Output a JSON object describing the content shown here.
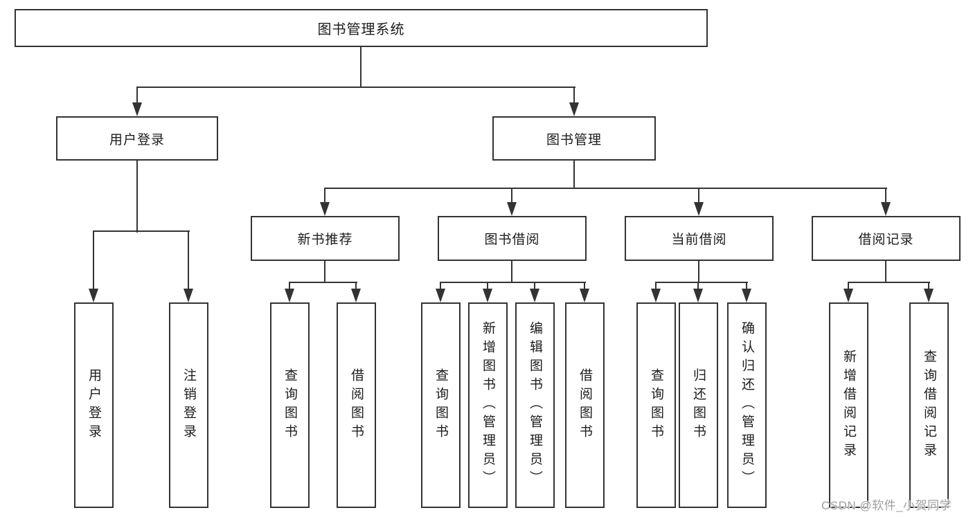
{
  "diagram": {
    "title": "图书管理系统",
    "nodes": [
      {
        "id": "root",
        "parent": null,
        "label": "图书管理系统"
      },
      {
        "id": "user-login",
        "parent": "root",
        "label": "用户登录"
      },
      {
        "id": "book-mgmt",
        "parent": "root",
        "label": "图书管理"
      },
      {
        "id": "new-book-rec",
        "parent": "book-mgmt",
        "label": "新书推荐"
      },
      {
        "id": "book-borrow",
        "parent": "book-mgmt",
        "label": "图书借阅"
      },
      {
        "id": "current-borrow",
        "parent": "book-mgmt",
        "label": "当前借阅"
      },
      {
        "id": "borrow-records",
        "parent": "book-mgmt",
        "label": "借阅记录"
      },
      {
        "id": "leaf-user-login",
        "parent": "user-login",
        "label": "用户登录"
      },
      {
        "id": "leaf-logout",
        "parent": "user-login",
        "label": "注销登录"
      },
      {
        "id": "nb-query-book",
        "parent": "new-book-rec",
        "label": "查询图书"
      },
      {
        "id": "nb-borrow-book",
        "parent": "new-book-rec",
        "label": "借阅图书"
      },
      {
        "id": "bb-query-book",
        "parent": "book-borrow",
        "label": "查询图书"
      },
      {
        "id": "bb-add-book",
        "parent": "book-borrow",
        "label": "新增图书（管理员）"
      },
      {
        "id": "bb-edit-book",
        "parent": "book-borrow",
        "label": "编辑图书（管理员）"
      },
      {
        "id": "bb-borrow-book",
        "parent": "book-borrow",
        "label": "借阅图书"
      },
      {
        "id": "cb-query-book",
        "parent": "current-borrow",
        "label": "查询图书"
      },
      {
        "id": "cb-return-book",
        "parent": "current-borrow",
        "label": "归还图书"
      },
      {
        "id": "cb-confirm-return",
        "parent": "current-borrow",
        "label": "确认归还（管理员）"
      },
      {
        "id": "br-add-record",
        "parent": "borrow-records",
        "label": "新增借阅记录"
      },
      {
        "id": "br-query-record",
        "parent": "borrow-records",
        "label": "查询借阅记录"
      }
    ]
  },
  "watermark": {
    "text": "CSDN @软件_小贺同学",
    "color": "#9e9e9e"
  },
  "colors": {
    "line": "#333333",
    "background": "#ffffff",
    "text": "#1c1c1c"
  }
}
